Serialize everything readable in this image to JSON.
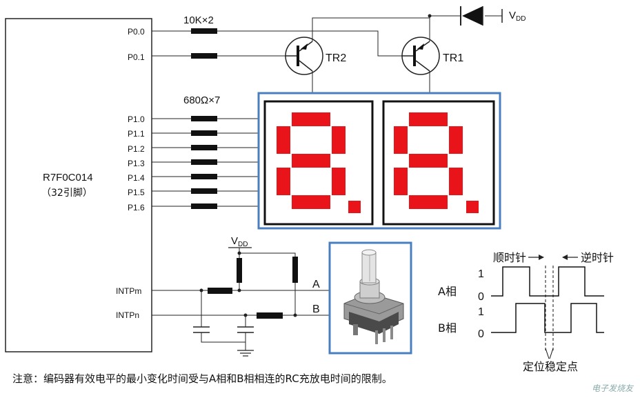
{
  "mcu": {
    "name": "R7F0C014",
    "pins_note": "（32引脚）"
  },
  "pins": {
    "p00": "P0.0",
    "p01": "P0.1",
    "p1": [
      "P1.0",
      "P1.1",
      "P1.2",
      "P1.3",
      "P1.4",
      "P1.5",
      "P1.6"
    ],
    "intpm": "INTPm",
    "intpn": "INTPn"
  },
  "resistors": {
    "base": "10K×2",
    "segment": "680Ω×7"
  },
  "transistors": {
    "tr1": "TR1",
    "tr2": "TR2"
  },
  "supply": {
    "v": "V",
    "sub": "DD"
  },
  "encoder": {
    "a": "A",
    "b": "B"
  },
  "timing": {
    "cw": "顺时针",
    "ccw": "逆时针",
    "a_phase": "A相",
    "b_phase": "B相",
    "one": "1",
    "zero": "0",
    "stable_point": "定位稳定点"
  },
  "colors": {
    "segment": "#e8141a",
    "frame": "#4a7fbf"
  },
  "caption": "注意：编码器有效电平的最小变化时间受与A相和B相相连的RC充放电时间的限制。",
  "watermark": "电子发烧友"
}
